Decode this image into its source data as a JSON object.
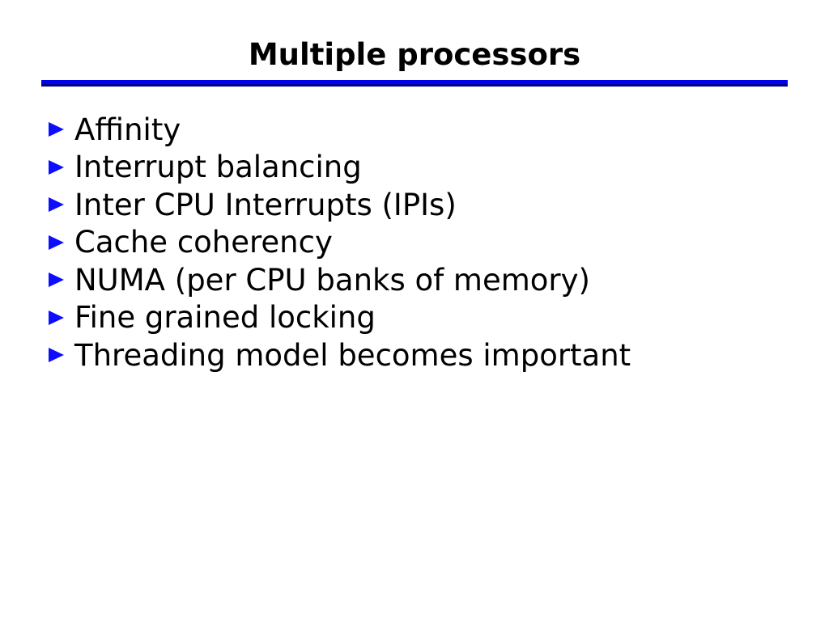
{
  "slide": {
    "title": "Multiple processors",
    "colors": {
      "rule_top": "#0000EE",
      "rule_bottom": "#000088",
      "bullet": "#0D0DFF",
      "text": "#000000",
      "background": "#FFFFFF"
    },
    "items": [
      "Affinity",
      "Interrupt balancing",
      "Inter CPU Interrupts (IPIs)",
      "Cache coherency",
      "NUMA (per CPU banks of memory)",
      "Fine grained locking",
      "Threading model becomes important"
    ]
  }
}
